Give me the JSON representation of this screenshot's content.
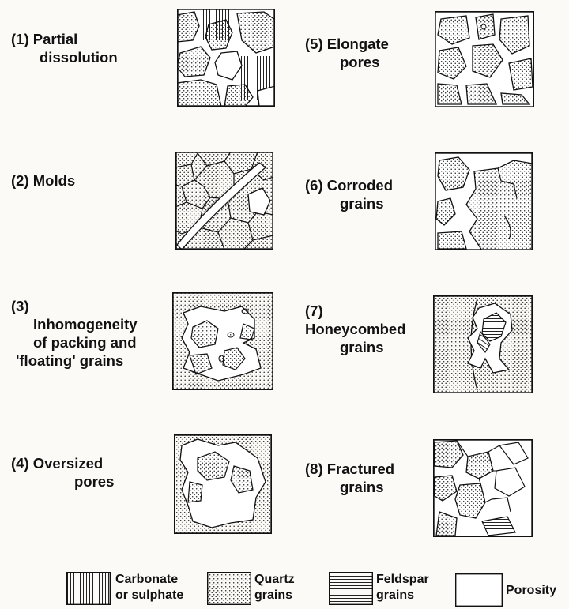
{
  "panels": [
    {
      "num": "(1)",
      "lines": [
        "(1) Partial",
        "dissolution"
      ]
    },
    {
      "num": "(2)",
      "lines": [
        "(2) Molds"
      ]
    },
    {
      "num": "(3)",
      "lines": [
        "(3)",
        "Inhomogeneity",
        "of packing and",
        "'floating' grains"
      ]
    },
    {
      "num": "(4)",
      "lines": [
        "(4) Oversized",
        "pores"
      ]
    },
    {
      "num": "(5)",
      "lines": [
        "(5) Elongate",
        "pores"
      ]
    },
    {
      "num": "(6)",
      "lines": [
        "(6) Corroded",
        "grains"
      ]
    },
    {
      "num": "(7)",
      "lines": [
        "(7)",
        "Honeycombed",
        "grains"
      ]
    },
    {
      "num": "(8)",
      "lines": [
        "(8) Fractured",
        "grains"
      ]
    }
  ],
  "legend": {
    "carbonate": [
      "Carbonate",
      "or sulphate"
    ],
    "quartz": [
      "Quartz",
      "grains"
    ],
    "feldspar": [
      "Feldspar",
      "grains"
    ],
    "porosity": "Porosity"
  }
}
